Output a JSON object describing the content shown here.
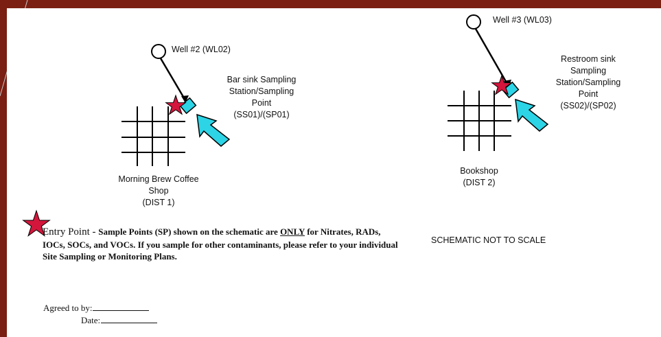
{
  "wells": [
    {
      "label": "Well #2 (WL02)"
    },
    {
      "label": "Well #3 (WL03)"
    }
  ],
  "sampling_points": [
    {
      "lines": [
        "Bar sink Sampling",
        "Station/Sampling",
        "Point",
        "(SS01)/(SP01)"
      ]
    },
    {
      "lines": [
        "Restroom sink",
        "Sampling",
        "Station/Sampling",
        "Point",
        "(SS02)/(SP02)"
      ]
    }
  ],
  "buildings": [
    {
      "lines": [
        "Morning Brew Coffee",
        "Shop",
        "(DIST 1)"
      ]
    },
    {
      "lines": [
        "Bookshop",
        "(DIST 2)"
      ]
    }
  ],
  "legend": {
    "entry_point_label": "Entry Point - ",
    "note_part1": "Sample Points (SP) shown on the schematic are ",
    "note_only": "ONLY",
    "note_part2": " for Nitrates, RADs, IOCs, SOCs, and VOCs. If you sample for other contaminants, please refer to your individual Site Sampling or Monitoring Plans."
  },
  "scale_note": "SCHEMATIC NOT TO SCALE",
  "signature": {
    "agreed_label": "Agreed to by:",
    "date_label": "Date:"
  },
  "colors": {
    "frame": "#7a1f12",
    "star": "#d4163c",
    "arrow": "#2cd4e6"
  }
}
